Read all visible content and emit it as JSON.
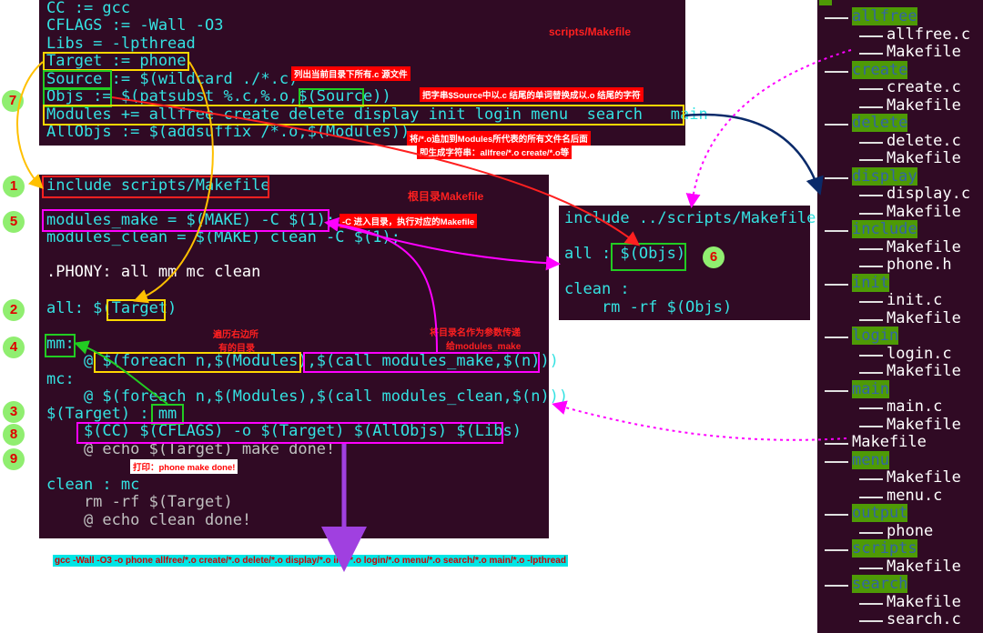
{
  "scripts_panel": {
    "title": "scripts/Makefile",
    "lines": [
      "CC := gcc",
      "CFLAGS := -Wall -O3",
      "Libs = -lpthread",
      "Target := phone",
      "Source := $(wildcard ./*.c)",
      "Objs := $(patsubst %.c,%.o,$(Source))",
      "Modules += allfree create delete display init login menu  search   main",
      "AllObjs := $(addsuffix /*.o,$(Modules))"
    ]
  },
  "root_panel": {
    "title": "根目录Makefile",
    "lines": [
      "include scripts/Makefile",
      "",
      "modules_make = $(MAKE) -C $(1);",
      "modules_clean = $(MAKE) clean -C $(1);",
      "",
      ".PHONY: all mm mc clean",
      "",
      "all: $(Target)",
      "",
      "mm:",
      "    @ $(foreach n,$(Modules),$(call modules_make,$(n)))",
      "mc:",
      "    @ $(foreach n,$(Modules),$(call modules_clean,$(n)))",
      "$(Target) : mm",
      "    $(CC) $(CFLAGS) -o $(Target) $(AllObjs) $(Libs)",
      "    @ echo $(Target) make done!",
      "",
      "clean : mc",
      "    rm -rf $(Target)",
      "    @ echo clean done!"
    ]
  },
  "sub_panel": {
    "lines": [
      "include ../scripts/Makefile",
      "",
      "all : $(Objs)",
      "",
      "clean :",
      "    rm -rf $(Objs)"
    ]
  },
  "notes": {
    "source_note": "列出当前目录下所有.c 源文件",
    "objs_note": "把字串$Source中以.c 结尾的单词替换成以.o 结尾的字符",
    "allobjs_note1": "将/*.o追加到Modules所代表的所有文件名后面",
    "allobjs_note2": "即生成字符串：allfree/*.o create/*.o等",
    "c_note": "-C 进入目录，执行对应的Makefile",
    "pass_note1": "将目录名作为参数传递",
    "pass_note2": "给modules_make",
    "iter_note1": "遍历右边所",
    "iter_note2": "有的目录",
    "print_note": "打印：phone make done!"
  },
  "result_cmd": "gcc -Wall -O3 -o phone allfree/*.o create/*.o delete/*.o display/*.o init/*.o login/*.o menu/*.o search/*.o main/*.o -lpthread",
  "step_numbers": [
    "1",
    "2",
    "3",
    "4",
    "5",
    "6",
    "7",
    "8",
    "9"
  ],
  "tree": [
    {
      "type": "dir",
      "name": "allfree",
      "level": 1
    },
    {
      "type": "file",
      "name": "allfree.c",
      "level": 2
    },
    {
      "type": "file",
      "name": "Makefile",
      "level": 2
    },
    {
      "type": "dir",
      "name": "create",
      "level": 1
    },
    {
      "type": "file",
      "name": "create.c",
      "level": 2
    },
    {
      "type": "file",
      "name": "Makefile",
      "level": 2
    },
    {
      "type": "dir",
      "name": "delete",
      "level": 1
    },
    {
      "type": "file",
      "name": "delete.c",
      "level": 2
    },
    {
      "type": "file",
      "name": "Makefile",
      "level": 2
    },
    {
      "type": "dir",
      "name": "display",
      "level": 1
    },
    {
      "type": "file",
      "name": "display.c",
      "level": 2
    },
    {
      "type": "file",
      "name": "Makefile",
      "level": 2
    },
    {
      "type": "dir",
      "name": "include",
      "level": 1
    },
    {
      "type": "file",
      "name": "Makefile",
      "level": 2
    },
    {
      "type": "file",
      "name": "phone.h",
      "level": 2
    },
    {
      "type": "dir",
      "name": "init",
      "level": 1
    },
    {
      "type": "file",
      "name": "init.c",
      "level": 2
    },
    {
      "type": "file",
      "name": "Makefile",
      "level": 2
    },
    {
      "type": "dir",
      "name": "login",
      "level": 1
    },
    {
      "type": "file",
      "name": "login.c",
      "level": 2
    },
    {
      "type": "file",
      "name": "Makefile",
      "level": 2
    },
    {
      "type": "dir",
      "name": "main",
      "level": 1
    },
    {
      "type": "file",
      "name": "main.c",
      "level": 2
    },
    {
      "type": "file",
      "name": "Makefile",
      "level": 2
    },
    {
      "type": "file",
      "name": "Makefile",
      "level": 1
    },
    {
      "type": "dir",
      "name": "menu",
      "level": 1
    },
    {
      "type": "file",
      "name": "Makefile",
      "level": 2
    },
    {
      "type": "file",
      "name": "menu.c",
      "level": 2
    },
    {
      "type": "dir",
      "name": "output",
      "level": 1
    },
    {
      "type": "file",
      "name": "phone",
      "level": 2
    },
    {
      "type": "dir",
      "name": "scripts",
      "level": 1
    },
    {
      "type": "file",
      "name": "Makefile",
      "level": 2
    },
    {
      "type": "dir",
      "name": "search",
      "level": 1
    },
    {
      "type": "file",
      "name": "Makefile",
      "level": 2
    },
    {
      "type": "file",
      "name": "search.c",
      "level": 2
    }
  ]
}
